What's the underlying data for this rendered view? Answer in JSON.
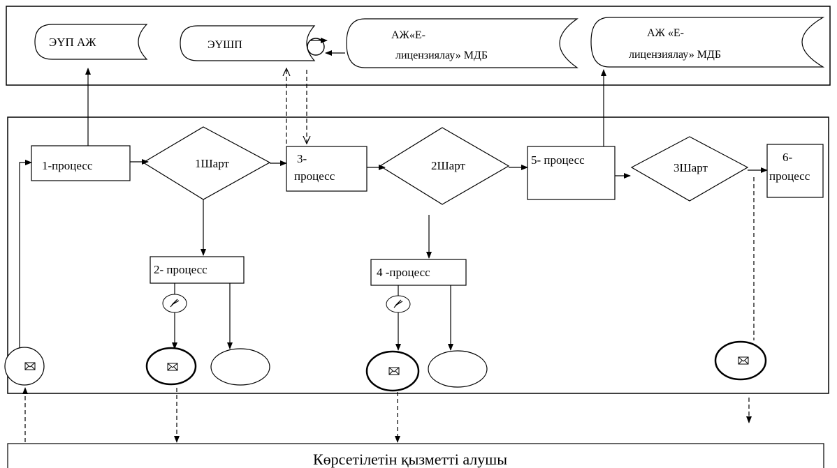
{
  "systems": {
    "eup": "ЭҮП АЖ",
    "euship": "ЭҮШП",
    "ae_lic1": [
      "АЖ«Е-",
      "лицензиялау»  МДБ"
    ],
    "ae_lic2": [
      "АЖ «Е-",
      "лицензиялау»  МДБ"
    ]
  },
  "processes": {
    "p1": [
      "1-процесс"
    ],
    "p2": [
      "2- процесс"
    ],
    "p3": [
      "3-",
      "процесс"
    ],
    "p4": [
      "4 -процесс"
    ],
    "p5": [
      "5- процесс"
    ],
    "p6": [
      "6-",
      "процесс"
    ]
  },
  "conditions": {
    "c1": "1Шарт",
    "c2": "2Шарт",
    "c3": "3Шарт"
  },
  "recipient": "Көрсетілетін қызметті алушы",
  "icons": {
    "message": "envelope-icon",
    "signature": "signature-icon"
  }
}
